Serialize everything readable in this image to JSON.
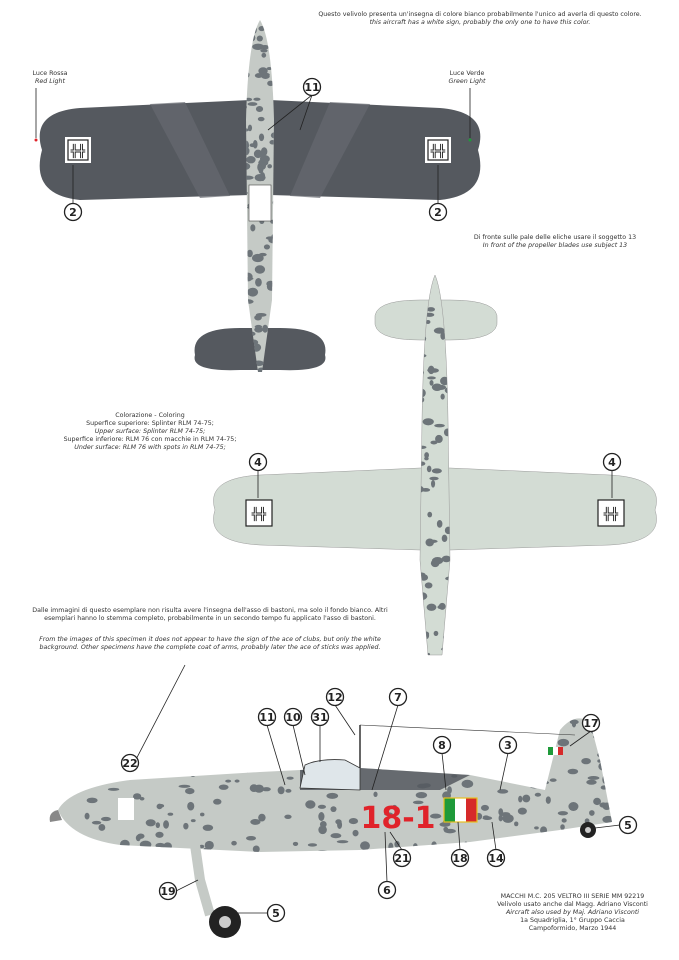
{
  "notes": {
    "white_sign_it": "Questo velivolo presenta un'insegna di colore bianco probabilmente l'unico ad averla di questo colore.",
    "white_sign_en": "this aircraft has a white sign, probably the only one to have this color.",
    "red_light_it": "Luce Rossa",
    "red_light_en": "Red Light",
    "green_light_it": "Luce Verde",
    "green_light_en": "Green Light",
    "propeller_it": "Di fronte sulle pale delle eliche usare il soggetto 13",
    "propeller_en": "In front of the propeller blades use subject 13",
    "coloring_title": "Colorazione - Coloring",
    "coloring_upper_it": "Superfice superiore: Splinter RLM 74-75;",
    "coloring_upper_en": "Upper surface: Splinter RLM 74-75;",
    "coloring_lower_it": "Superfice inferiore: RLM 76 con macchie in RLM 74-75;",
    "coloring_lower_en": "Under surface: RLM 76 with spots in RLM 74-75;",
    "ace_it": "Dalle immagini di questo esemplare non risulta avere l'insegna dell'asso di bastoni, ma solo il fondo bianco. Altri esemplari hanno lo stemma completo, probabilmente in un secondo tempo fu applicato l'asso di bastoni.",
    "ace_en": "From the images of this specimen it does not appear to have the sign of the ace of clubs, but only the white background. Other specimens have the complete coat of arms, probably later the ace of sticks was applied."
  },
  "caption": {
    "line1": "MACCHI M.C. 205 VELTRO III SERIE MM 92219",
    "line2": "Velivolo usato anche dal Magg. Adriano Visconti",
    "line3": "Aircraft also used by Maj. Adriano Visconti",
    "line4": "1a Squadriglia, 1° Gruppo Caccia",
    "line5": "Campoformido, Marzo 1944"
  },
  "aircraft_code": "18-1",
  "colors": {
    "upper_dark": "#55595f",
    "camo_light": "#c5cac6",
    "camo_spot": "#6d7479",
    "under_surface": "#d3dcd4",
    "code_red": "#e0232a",
    "italy_green": "#1f9a3a",
    "italy_red": "#d62a2a"
  },
  "callouts": {
    "top": [
      "11",
      "2",
      "2"
    ],
    "bottom": [
      "4",
      "4"
    ],
    "side": [
      "22",
      "11",
      "10",
      "31",
      "12",
      "7",
      "17",
      "8",
      "3",
      "5",
      "18",
      "14",
      "21",
      "6",
      "19",
      "5"
    ]
  }
}
